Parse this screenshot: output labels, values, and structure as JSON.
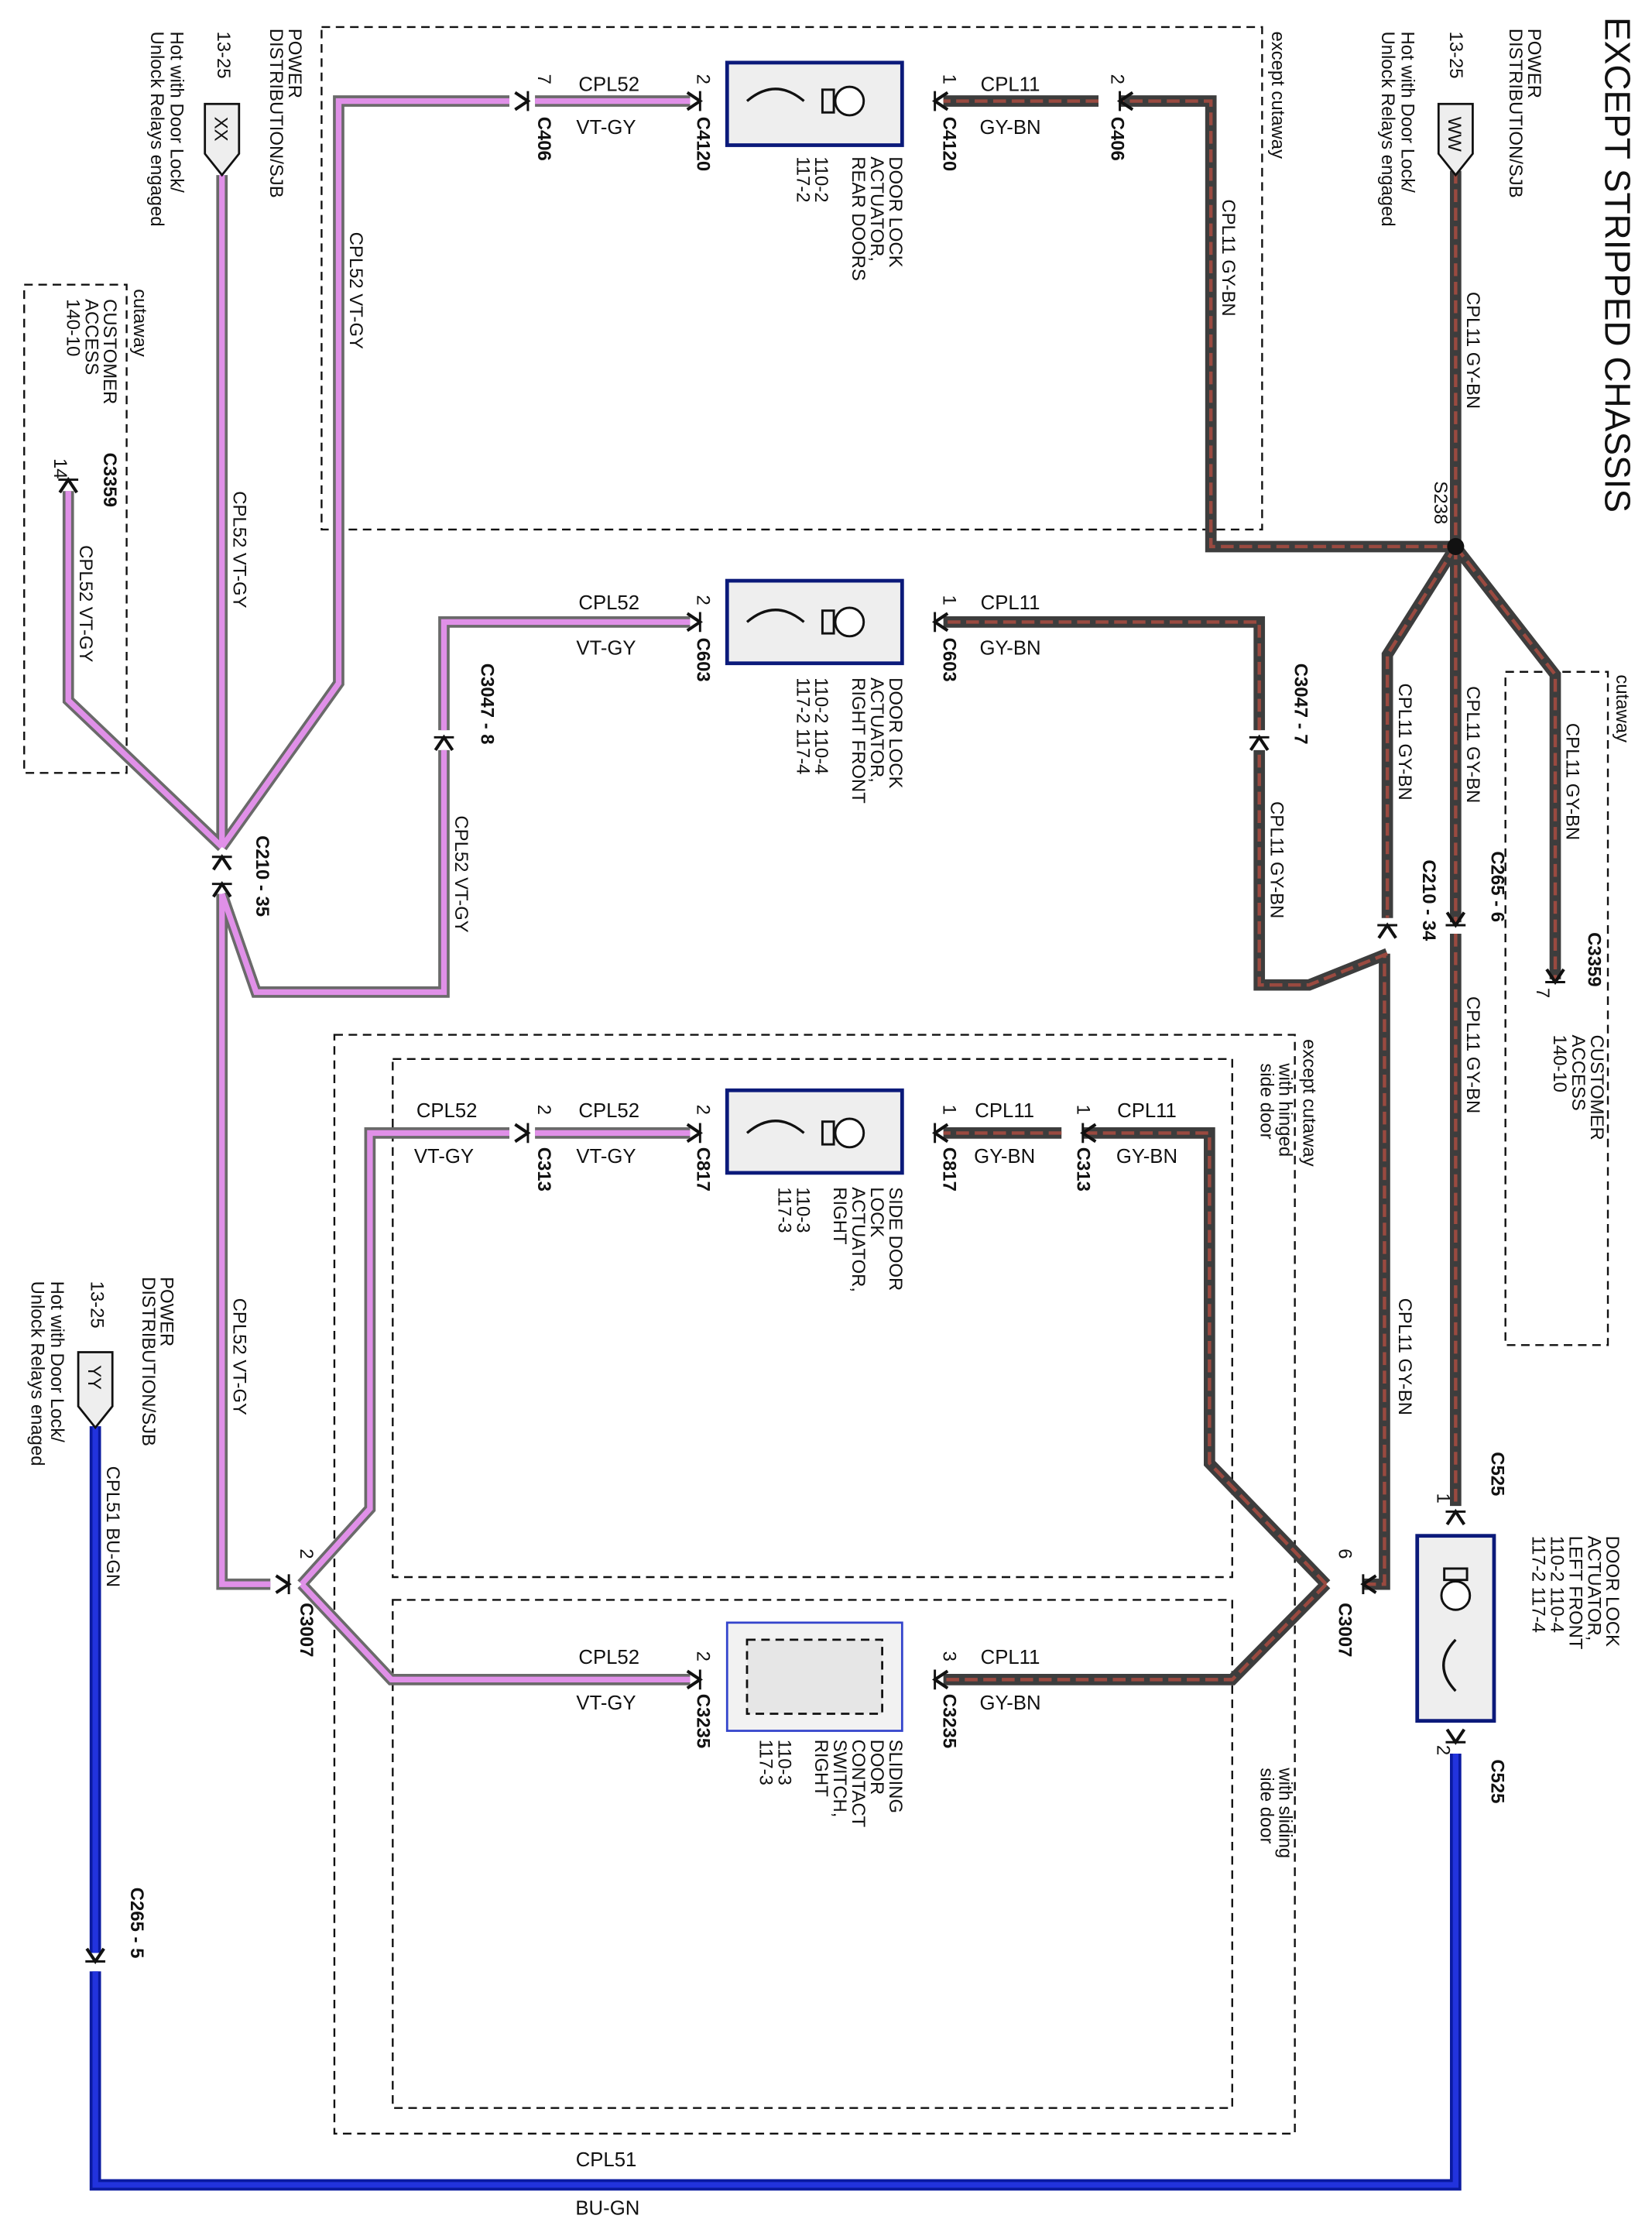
{
  "title": "EXCEPT STRIPPED CHASSIS",
  "sources": {
    "ww": {
      "l1": "POWER",
      "l2": "DISTRIBUTION/SJB",
      "ref": "13-25",
      "label": "WW",
      "n1": "Hot with Door Lock/",
      "n2": "Unlock Relays engaged"
    },
    "xx": {
      "l1": "POWER",
      "l2": "DISTRIBUTION/SJB",
      "ref": "13-25",
      "label": "XX",
      "n1": "Hot with Door Lock/",
      "n2": "Unlock Relays engaged"
    },
    "yy": {
      "l1": "POWER",
      "l2": "DISTRIBUTION/SJB",
      "ref": "13-25",
      "label": "YY",
      "n1": "Hot with Door Lock/",
      "n2": "Unlock Relays enaged"
    }
  },
  "wires": {
    "cpl11": "CPL11",
    "gybn": "GY-BN",
    "cpl52": "CPL52",
    "vtgy": "VT-GY",
    "cpl51": "CPL51",
    "bugn": "BU-GN",
    "cpl11_gybn": "CPL11  GY-BN",
    "cpl52_vtgy": "CPL52  VT-GY",
    "cpl51_bugn": "CPL51  BU-GN"
  },
  "colors": {
    "gybn_outer": "#3d3d3d",
    "gybn_inner": "#9a4a40",
    "vtgy_outer": "#6a6a6a",
    "vtgy_inner": "#e090e8",
    "bugn_outer": "#0a1aa0",
    "bugn_inner": "#2233dd",
    "component_border": "#0b1a7a",
    "component_fill": "#eeeeee"
  },
  "splice": "S238",
  "zones": {
    "except_cutaway": "except cutaway",
    "cutaway": "cutaway",
    "hinged_1": "with hinged",
    "hinged_2": "side door",
    "sliding_1": "with sliding",
    "sliding_2": "side door"
  },
  "components": {
    "rear": {
      "l1": "DOOR LOCK",
      "l2": "ACTUATOR,",
      "l3": "REAR DOORS",
      "l4": "110-2",
      "l5": "117-2"
    },
    "rf": {
      "l1": "DOOR LOCK",
      "l2": "ACTUATOR,",
      "l3": "RIGHT FRONT",
      "l4": "110-2    110-4",
      "l5": "117-2    117-4"
    },
    "side": {
      "l1": "SIDE DOOR",
      "l2": "LOCK",
      "l3": "ACTUATOR,",
      "l4": "RIGHT",
      "l5": "110-3",
      "l6": "117-3"
    },
    "sliding": {
      "l1": "SLIDING",
      "l2": "DOOR",
      "l3": "CONTACT",
      "l4": "SWITCH,",
      "l5": "RIGHT",
      "l6": "110-3",
      "l7": "117-3"
    },
    "lf": {
      "l1": "DOOR LOCK",
      "l2": "ACTUATOR,",
      "l3": "LEFT FRONT",
      "l4": "110-2    110-4",
      "l5": "117-2    117-4"
    },
    "access_top": {
      "l1": "CUSTOMER",
      "l2": "ACCESS",
      "l3": "140-10"
    },
    "access_bot": {
      "l1": "CUSTOMER",
      "l2": "ACCESS",
      "l3": "140-10"
    }
  },
  "connectors": {
    "c406": "C406",
    "c4120": "C4120",
    "c603": "C603",
    "c3047_7": "C3047  -  7",
    "c3047_8": "C3047  -  8",
    "c210_34": "C210  -  34",
    "c210_35": "C210  -  35",
    "c265_6": "C265  -  6",
    "c265_5": "C265  -  5",
    "c3359": "C3359",
    "c313": "C313",
    "c817": "C817",
    "c3235": "C3235",
    "c3007": "C3007",
    "c525": "C525"
  },
  "pins": {
    "p1": "1",
    "p2": "2",
    "p3": "3",
    "p6": "6",
    "p7": "7",
    "p14": "14"
  }
}
